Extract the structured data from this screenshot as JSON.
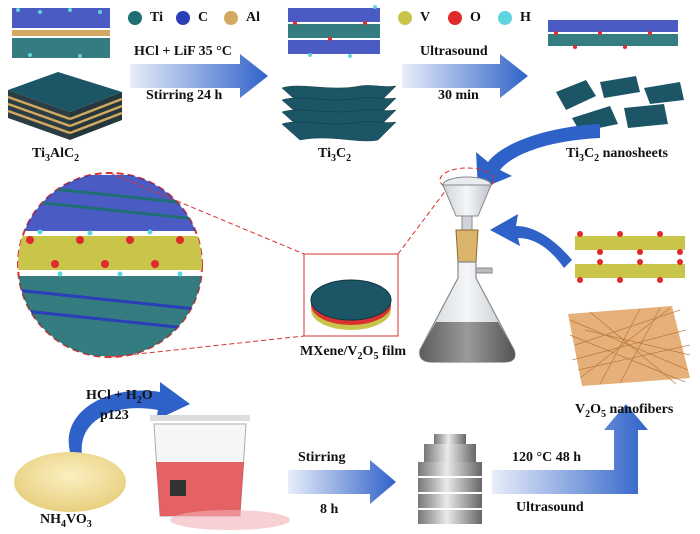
{
  "legend": {
    "ti": {
      "label": "Ti",
      "color": "#1f6e73"
    },
    "c": {
      "label": "C",
      "color": "#2a3fb8"
    },
    "al": {
      "label": "Al",
      "color": "#d4a860"
    },
    "v": {
      "label": "V",
      "color": "#c9c44a"
    },
    "o": {
      "label": "O",
      "color": "#e02a2a"
    },
    "h": {
      "label": "H",
      "color": "#5fd4de"
    }
  },
  "step1": {
    "top": "HCl + LiF 35 °C",
    "bottom": "Stirring  24 h"
  },
  "step2": {
    "top": "Ultrasound",
    "bottom": "30 min"
  },
  "step3": {
    "top": "Stirring",
    "bottom": "8 h"
  },
  "step4": {
    "top": "120 °C  48 h",
    "bottom": "Ultrasound"
  },
  "reagent": {
    "line1": "HCl + H",
    "line1_sub": "2",
    "line1_end": "O",
    "line2": "p123"
  },
  "labels": {
    "max": {
      "a": "Ti",
      "a_sub": "3",
      "b": "AlC",
      "b_sub": "2"
    },
    "mxene": {
      "a": "Ti",
      "a_sub": "3",
      "b": "C",
      "b_sub": "2"
    },
    "nanosheets": {
      "a": "Ti",
      "a_sub": "3",
      "b": "C",
      "b_sub": "2",
      "c": " nanosheets"
    },
    "film": {
      "a": "MXene/V",
      "a_sub": "2",
      "b": "O",
      "b_sub": "5",
      "c": " film"
    },
    "nanofibers": {
      "a": "V",
      "a_sub": "2",
      "b": "O",
      "b_sub": "5",
      "c": " nanofibers"
    },
    "precursor": {
      "a": "NH",
      "a_sub": "4",
      "b": "VO",
      "b_sub": "3"
    }
  },
  "colors": {
    "arrow": "#2f62c9",
    "mxene_sheet": "#1c5566",
    "film_border": "#d93030",
    "fiber": "#c47a3a"
  }
}
